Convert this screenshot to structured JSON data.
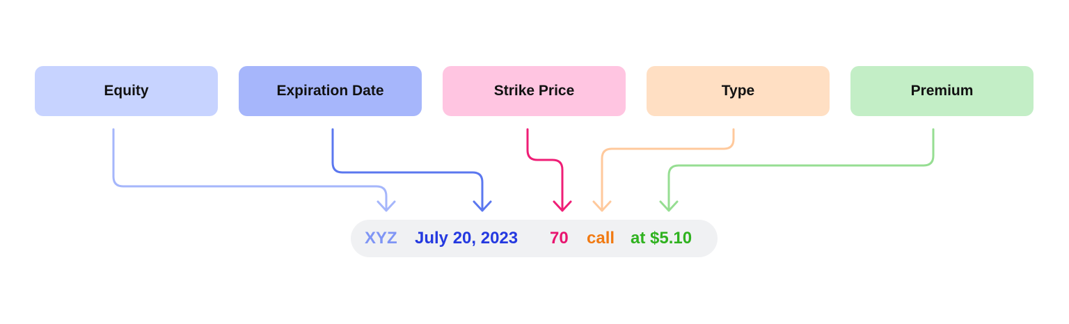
{
  "diagram": {
    "labels": [
      {
        "key": "equity",
        "text": "Equity",
        "bg": "#c7d3ff"
      },
      {
        "key": "expiration",
        "text": "Expiration Date",
        "bg": "#a6b6fb"
      },
      {
        "key": "strike",
        "text": "Strike Price",
        "bg": "#ffc5e1"
      },
      {
        "key": "type",
        "text": "Type",
        "bg": "#ffdfc3"
      },
      {
        "key": "premium",
        "text": "Premium",
        "bg": "#c3eec6"
      }
    ],
    "example": {
      "equity": {
        "text": "XYZ",
        "color": "#7f95f5"
      },
      "expiration": {
        "text": "July 20, 2023",
        "color": "#2439e0"
      },
      "strike": {
        "text": "70",
        "color": "#e8146f"
      },
      "type": {
        "text": "call",
        "color": "#f17a12"
      },
      "premium": {
        "text": "at $5.10",
        "color": "#2fb21f"
      }
    },
    "connector_colors": {
      "equity": "#a5b6fb",
      "expiration": "#5b77ef",
      "strike": "#ef1e76",
      "type": "#ffc99c",
      "premium": "#96de92"
    }
  }
}
